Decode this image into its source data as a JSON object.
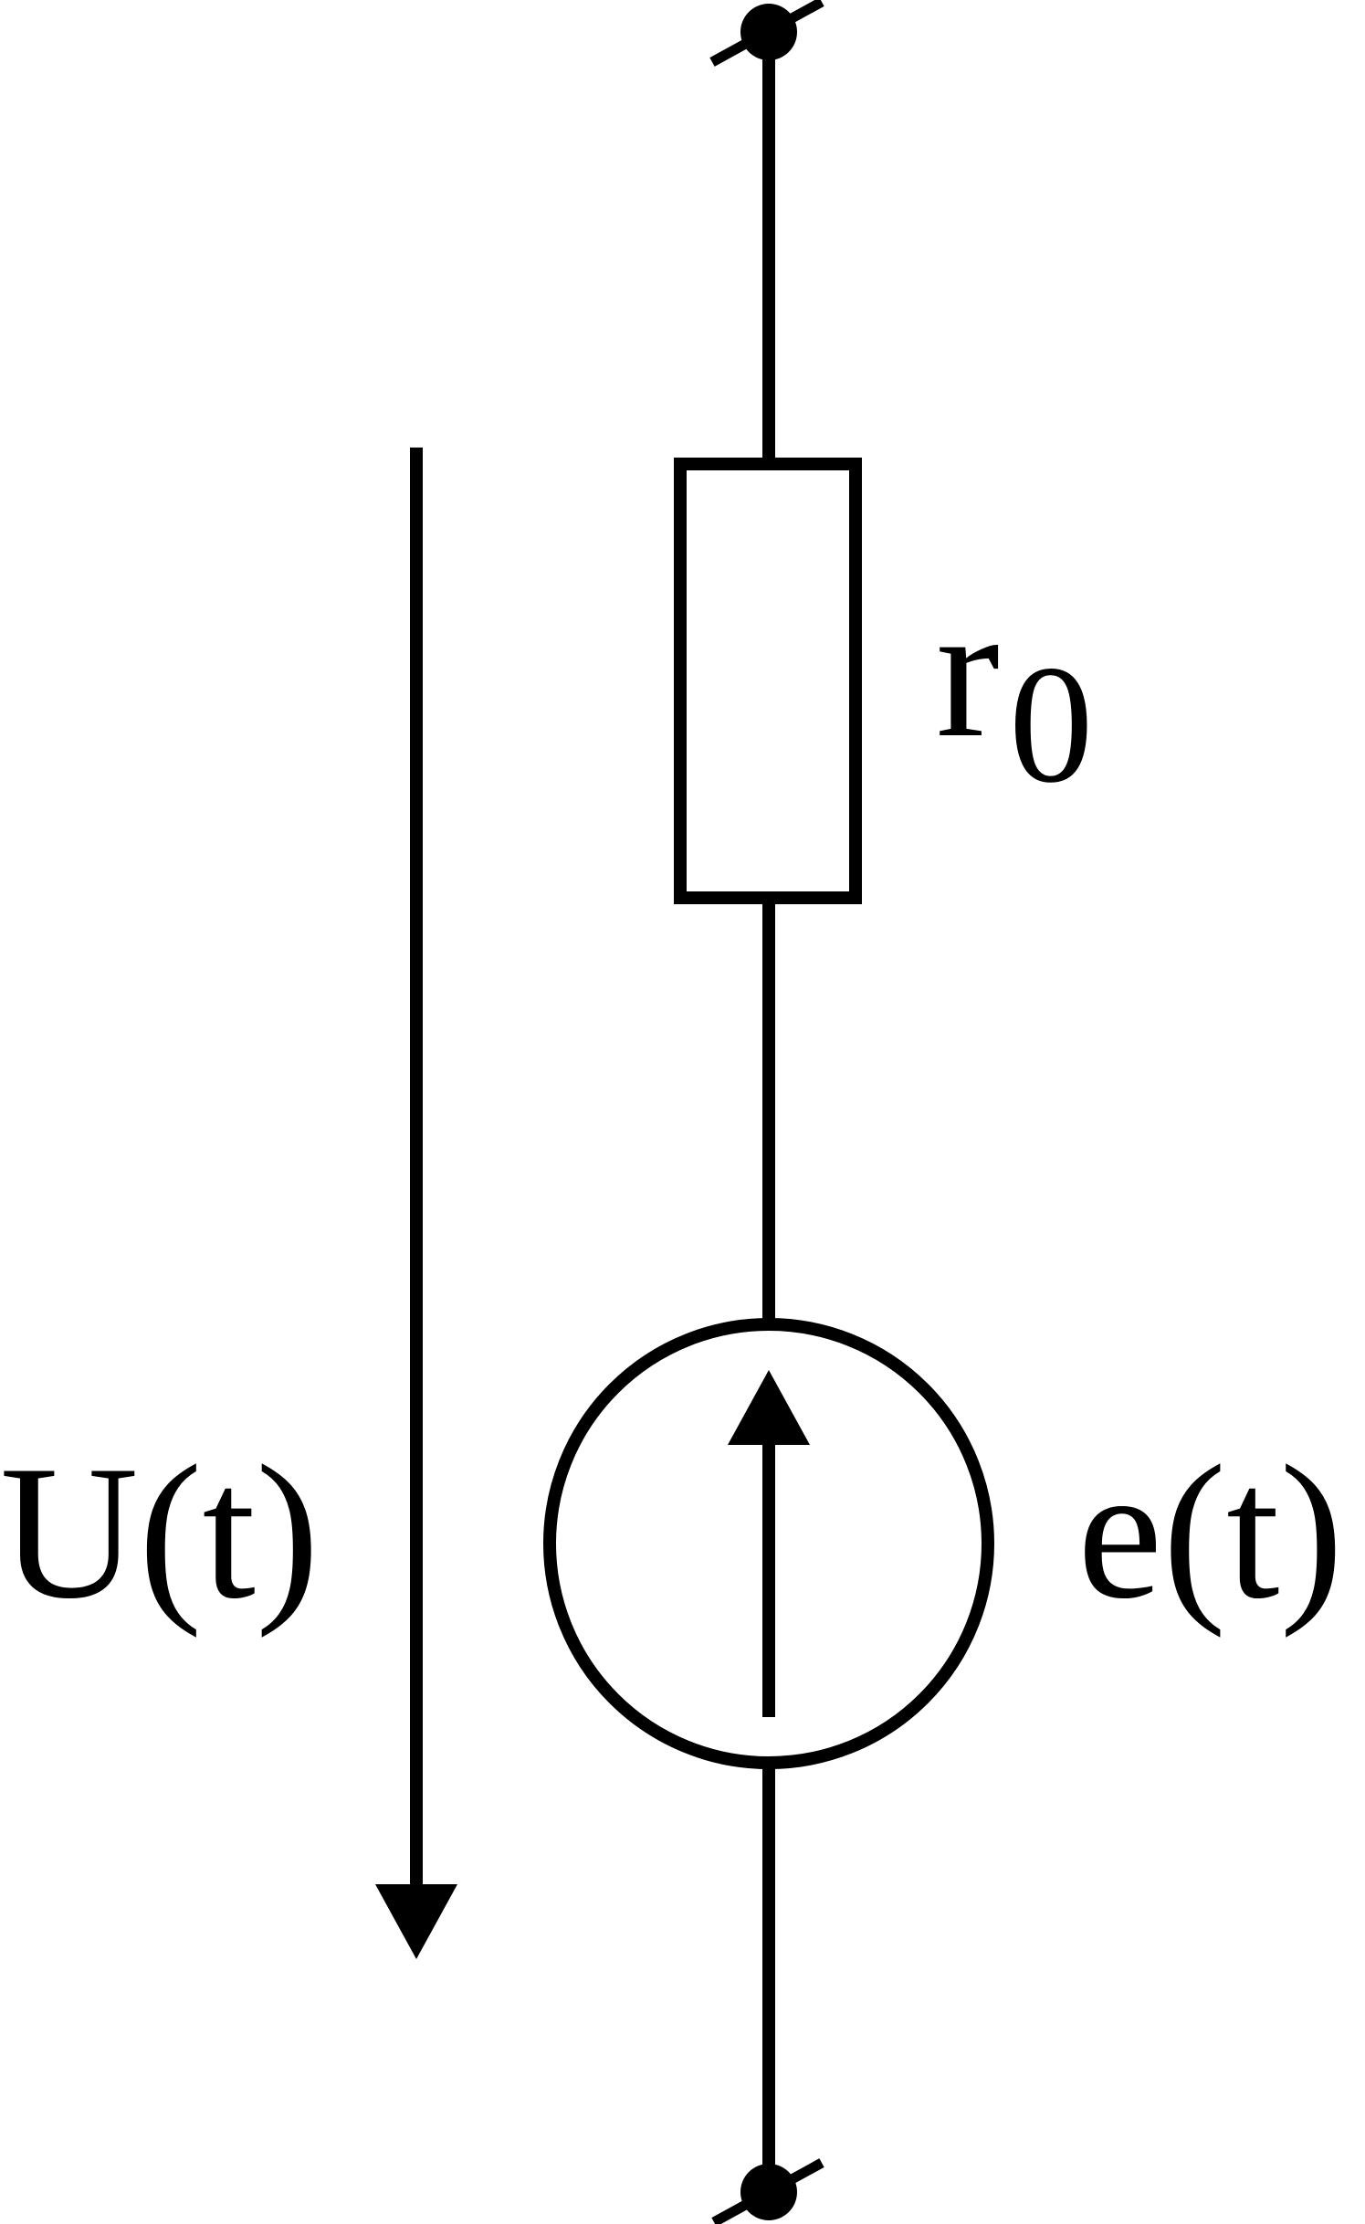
{
  "colors": {
    "stroke": "#000000",
    "background": "#ffffff"
  },
  "labels": {
    "resistor_main": "r",
    "resistor_subscript": "0",
    "voltage": "U(t)",
    "emf": "e(t)"
  },
  "icons": {
    "top_terminal": "terminal-node-icon",
    "bottom_terminal": "terminal-node-icon",
    "source": "voltage-source-icon",
    "resistor": "resistor-icon",
    "voltage_arrow": "arrow-down-icon",
    "source_arrow": "arrow-up-icon"
  }
}
